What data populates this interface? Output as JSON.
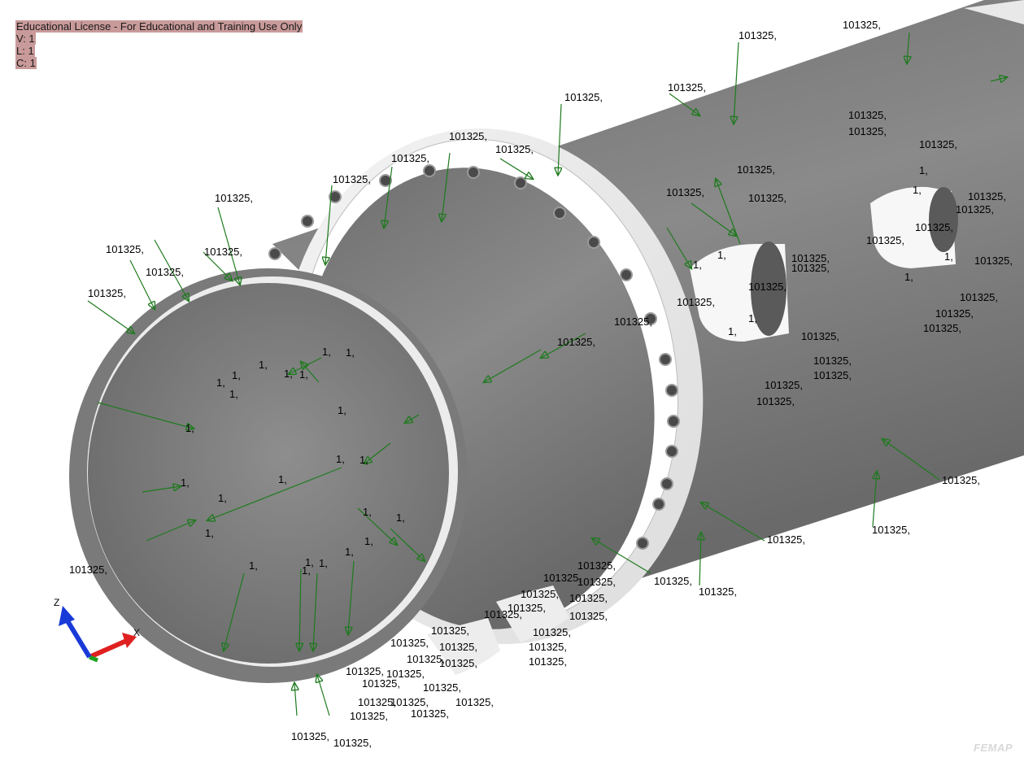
{
  "hud": {
    "license": "Educational License - For Educational and Training Use Only",
    "view": "V: 1",
    "layer": "L: 1",
    "color": "C: 1"
  },
  "watermark": "FEMAP",
  "triad": {
    "z_label": "Z",
    "x_label": "X"
  },
  "load_labels": {
    "pressure": "101325,",
    "unit": "1,"
  },
  "colors": {
    "load_arrow": "#1e7a1e",
    "hud_background": "#c99a9a",
    "model_shade": "#7d7d7d",
    "axis_x": "#e02020",
    "axis_y": "#20a020",
    "axis_z": "#1a3ad8"
  }
}
